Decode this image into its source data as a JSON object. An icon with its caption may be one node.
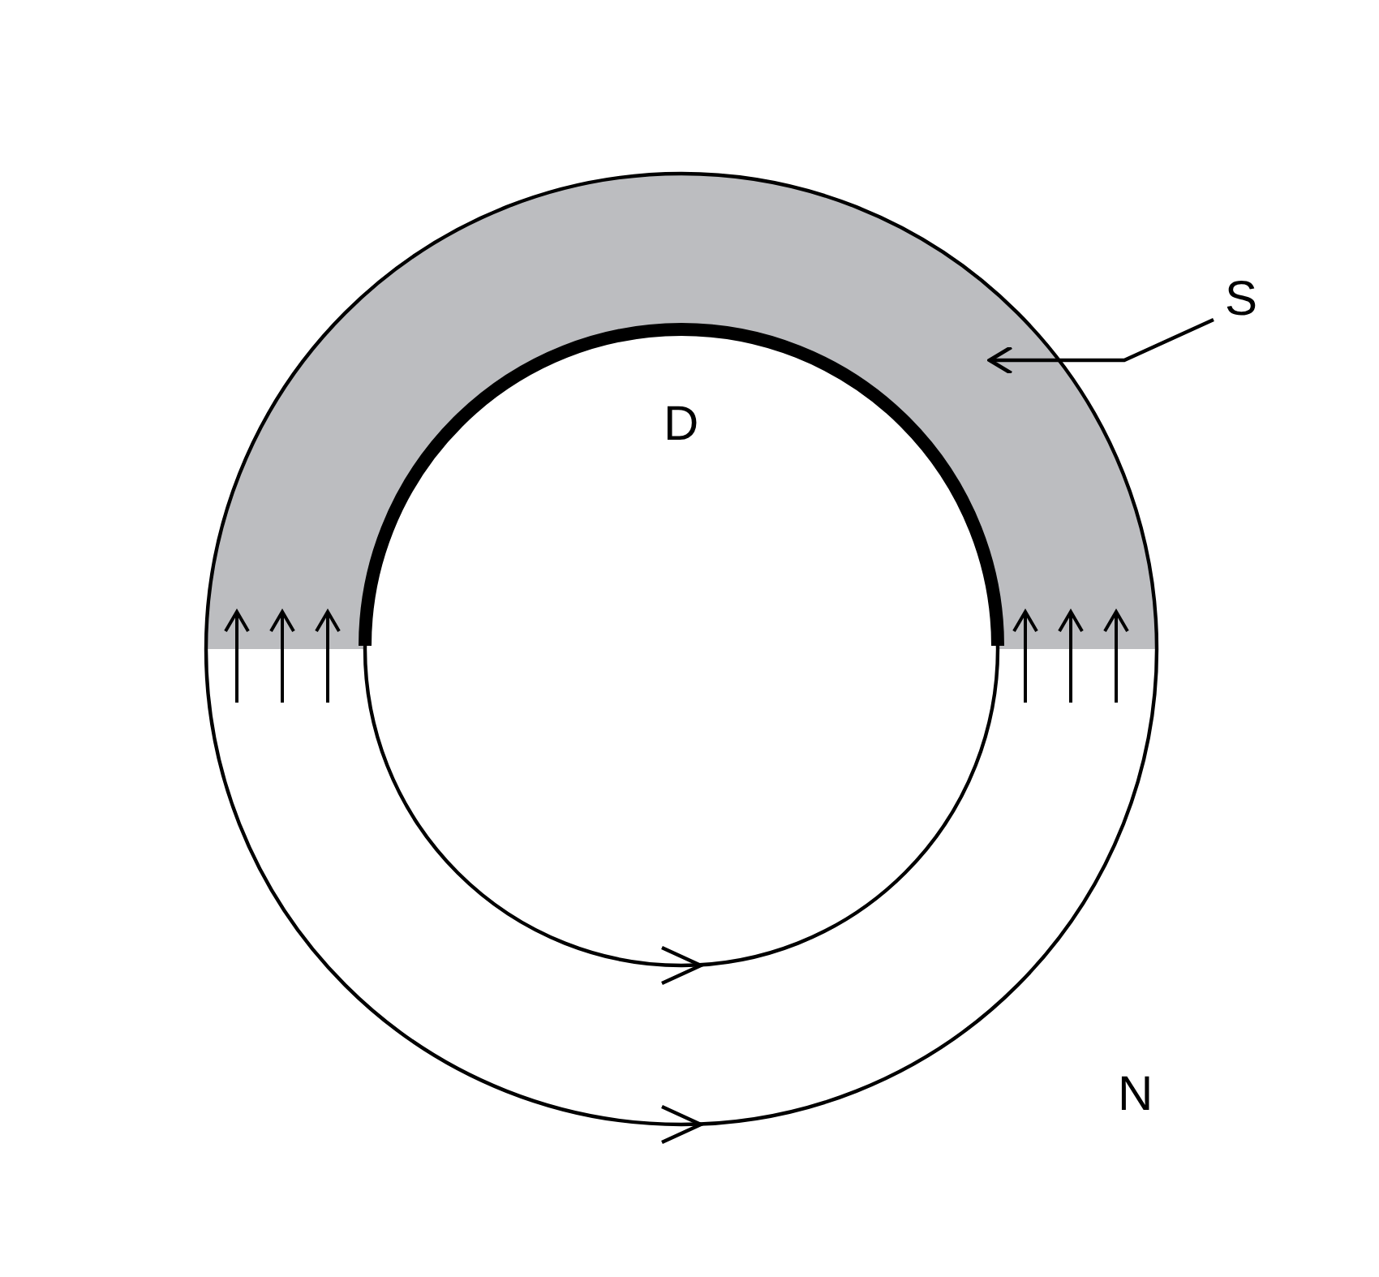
{
  "diagram": {
    "nodes": [
      {
        "text": [
          "S"
        ]
      },
      {
        "text": [],
        "shape": "band"
      }
    ],
    "edges": [
      {
        "from": 0,
        "to": 1,
        "arrow": "to"
      }
    ],
    "labels": [
      "D",
      "N"
    ]
  }
}
